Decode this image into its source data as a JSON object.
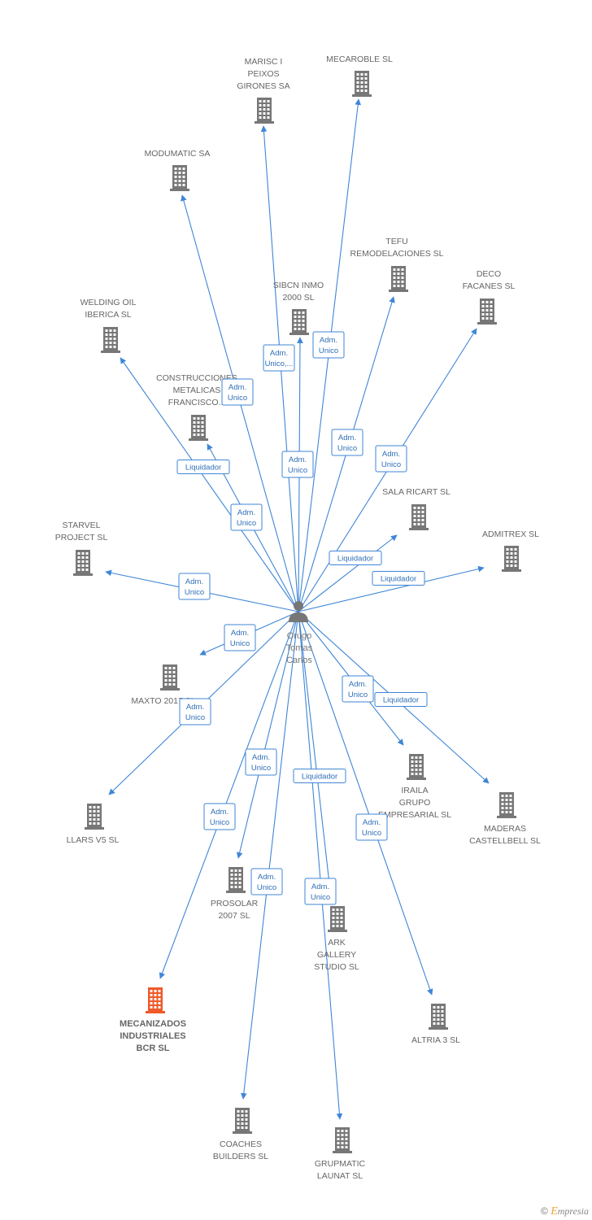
{
  "colors": {
    "edge": "#3f86d6",
    "building": "#777777",
    "highlight": "#f0592a",
    "person": "#777777"
  },
  "center": {
    "label_lines": [
      "Orugo",
      "Tomas",
      "Carlos"
    ],
    "icon": "person-icon"
  },
  "nodes": [
    {
      "id": "mecaroble",
      "label_lines": [
        "MECAROBLE SL"
      ],
      "icon": "building-icon"
    },
    {
      "id": "marisc",
      "label_lines": [
        "MARISC I",
        "PEIXOS",
        "GIRONES SA"
      ],
      "icon": "building-icon"
    },
    {
      "id": "modumatic",
      "label_lines": [
        "MODUMATIC SA"
      ],
      "icon": "building-icon"
    },
    {
      "id": "tefu",
      "label_lines": [
        "TEFU",
        "REMODELACIONES SL"
      ],
      "icon": "building-icon"
    },
    {
      "id": "deco",
      "label_lines": [
        "DECO",
        "FACANES SL"
      ],
      "icon": "building-icon"
    },
    {
      "id": "sibcn",
      "label_lines": [
        "SIBCN INMO",
        "2000 SL"
      ],
      "icon": "building-icon"
    },
    {
      "id": "welding",
      "label_lines": [
        "WELDING OIL",
        "IBERICA SL"
      ],
      "icon": "building-icon"
    },
    {
      "id": "construcciones",
      "label_lines": [
        "CONSTRUCCIONES",
        "METALICAS",
        "FRANCISCO..."
      ],
      "icon": "building-icon"
    },
    {
      "id": "salaricart",
      "label_lines": [
        "SALA RICART SL"
      ],
      "icon": "building-icon"
    },
    {
      "id": "admitrex",
      "label_lines": [
        "ADMITREX SL"
      ],
      "icon": "building-icon"
    },
    {
      "id": "starvel",
      "label_lines": [
        "STARVEL",
        "PROJECT SL"
      ],
      "icon": "building-icon"
    },
    {
      "id": "maxto",
      "label_lines": [
        "MAXTO 2017 SL"
      ],
      "icon": "building-icon"
    },
    {
      "id": "iraila",
      "label_lines": [
        "IRAILA",
        "GRUPO",
        "EMPRESARIAL SL"
      ],
      "icon": "building-icon"
    },
    {
      "id": "maderas",
      "label_lines": [
        "MADERAS",
        "CASTELLBELL SL"
      ],
      "icon": "building-icon"
    },
    {
      "id": "llars",
      "label_lines": [
        "LLARS V5 SL"
      ],
      "icon": "building-icon"
    },
    {
      "id": "prosolar",
      "label_lines": [
        "PROSOLAR",
        "2007 SL"
      ],
      "icon": "building-icon"
    },
    {
      "id": "ark",
      "label_lines": [
        "ARK",
        "GALLERY",
        "STUDIO SL"
      ],
      "icon": "building-icon"
    },
    {
      "id": "mecanizados",
      "label_lines": [
        "MECANIZADOS",
        "INDUSTRIALES",
        "BCR SL"
      ],
      "icon": "building-icon",
      "highlight": true
    },
    {
      "id": "altria",
      "label_lines": [
        "ALTRIA 3 SL"
      ],
      "icon": "building-icon"
    },
    {
      "id": "coaches",
      "label_lines": [
        "COACHES",
        "BUILDERS SL"
      ],
      "icon": "building-icon"
    },
    {
      "id": "grupmatic",
      "label_lines": [
        "GRUPMATIC",
        "LAUNAT SL"
      ],
      "icon": "building-icon"
    }
  ],
  "edges": [
    {
      "to": "mecaroble",
      "role_lines": [
        "Adm.",
        "Unico"
      ]
    },
    {
      "to": "marisc",
      "role_lines": [
        "Adm.",
        "Unico,..."
      ]
    },
    {
      "to": "modumatic",
      "role_lines": [
        "Adm.",
        "Unico"
      ]
    },
    {
      "to": "tefu",
      "role_lines": [
        "Adm.",
        "Unico"
      ]
    },
    {
      "to": "deco",
      "role_lines": [
        "Adm.",
        "Unico"
      ]
    },
    {
      "to": "sibcn",
      "role_lines": [
        "Adm.",
        "Unico"
      ]
    },
    {
      "to": "welding",
      "role_lines": [
        "Adm.",
        "Unico"
      ]
    },
    {
      "to": "construcciones",
      "role_lines": [
        "Liquidador"
      ]
    },
    {
      "to": "salaricart",
      "role_lines": [
        "Liquidador"
      ]
    },
    {
      "to": "admitrex",
      "role_lines": [
        "Liquidador"
      ]
    },
    {
      "to": "starvel",
      "role_lines": [
        "Adm.",
        "Unico"
      ]
    },
    {
      "to": "maxto",
      "role_lines": [
        "Adm.",
        "Unico"
      ]
    },
    {
      "to": "iraila",
      "role_lines": [
        "Adm.",
        "Unico"
      ]
    },
    {
      "to": "maderas",
      "role_lines": [
        "Liquidador"
      ]
    },
    {
      "to": "llars",
      "role_lines": [
        "Adm.",
        "Unico"
      ]
    },
    {
      "to": "prosolar",
      "role_lines": [
        "Adm.",
        "Unico"
      ]
    },
    {
      "to": "ark",
      "role_lines": [
        "Liquidador"
      ]
    },
    {
      "to": "mecanizados",
      "role_lines": [
        "Adm.",
        "Unico"
      ]
    },
    {
      "to": "altria",
      "role_lines": [
        "Adm.",
        "Unico"
      ]
    },
    {
      "to": "coaches",
      "role_lines": [
        "Adm.",
        "Unico"
      ]
    },
    {
      "to": "grupmatic",
      "role_lines": [
        "Adm.",
        "Unico"
      ]
    }
  ],
  "footer": {
    "copyright": "©",
    "brand_initial": "E",
    "brand_rest": "mpresia"
  }
}
